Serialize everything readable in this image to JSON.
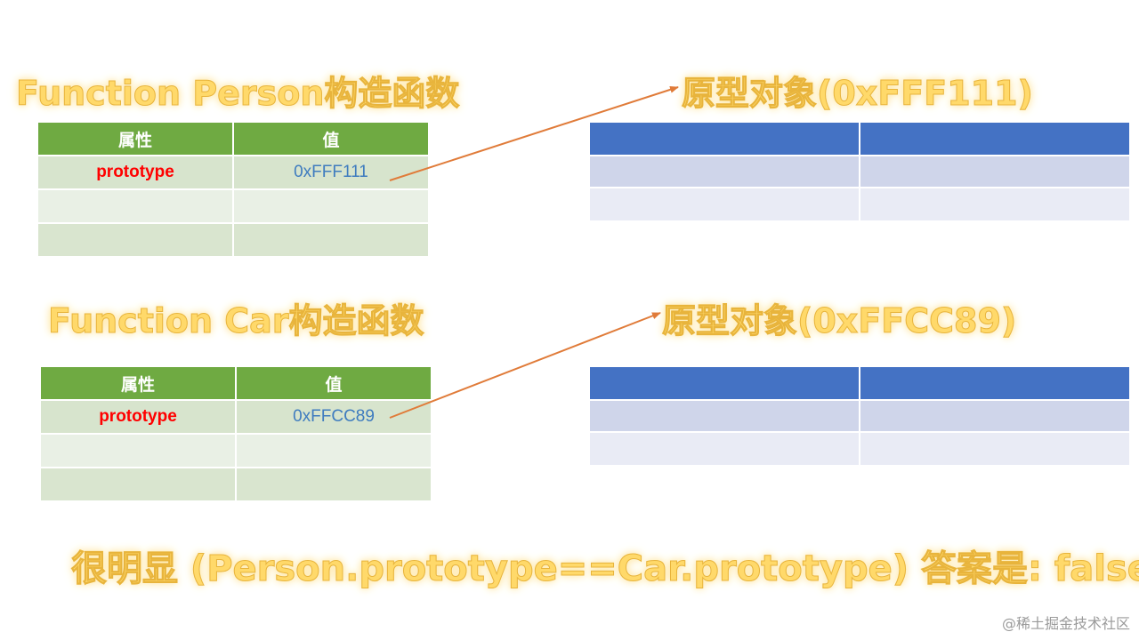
{
  "person_section": {
    "title": "Function Person构造函数",
    "table": {
      "headers": [
        "属性",
        "值"
      ],
      "rows": [
        [
          "prototype",
          "0xFFF111"
        ],
        [
          "",
          ""
        ],
        [
          "",
          ""
        ]
      ]
    },
    "prototype_title": "原型对象(0xFFF111)"
  },
  "car_section": {
    "title": "Function Car构造函数",
    "table": {
      "headers": [
        "属性",
        "值"
      ],
      "rows": [
        [
          "prototype",
          "0xFFCC89"
        ],
        [
          "",
          ""
        ],
        [
          "",
          ""
        ]
      ]
    },
    "prototype_title": "原型对象(0xFFCC89)"
  },
  "footer": {
    "conclusion": "很明显 (Person.prototype==Car.prototype)   答案是: false"
  },
  "watermark": "@稀土掘金技术社区",
  "colors": {
    "title_fill": "#ffd96a",
    "title_outline": "#e8b43c",
    "green_header": "#6faa42",
    "green_row_dark": "#d7e4cd",
    "green_row_light": "#e9f0e5",
    "blue_header": "#4472c4",
    "blue_row_dark": "#cfd5ea",
    "blue_row_light": "#e9ebf5",
    "prototype_key": "#ff0000",
    "address_value": "#3f7cbf",
    "arrow": "#e07b39"
  }
}
